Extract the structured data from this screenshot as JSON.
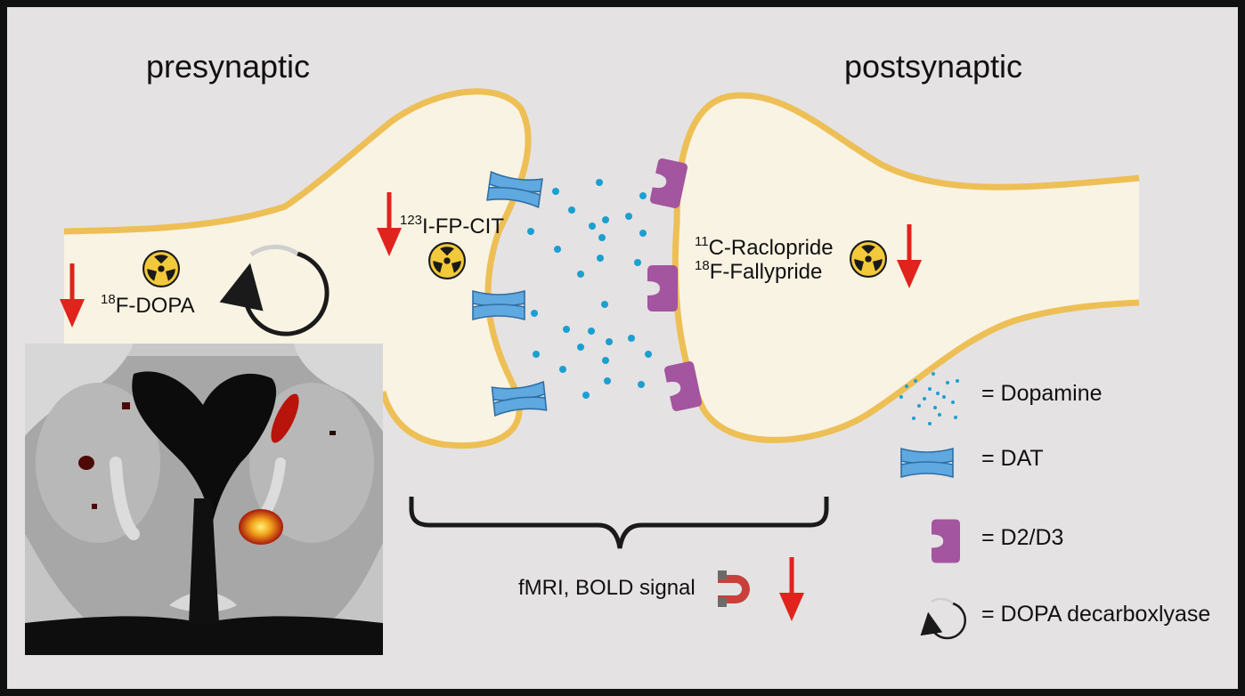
{
  "titles": {
    "presynaptic": "presynaptic",
    "postsynaptic": "postsynaptic"
  },
  "tracers": {
    "fdopa": {
      "iso": "18",
      "name": "F-DOPA"
    },
    "fpcit": {
      "iso": "123",
      "name": "I-FP-CIT"
    },
    "raclopride": {
      "iso": "11",
      "name": "C-Raclopride"
    },
    "fallypride": {
      "iso": "18",
      "name": "F-Fallypride"
    }
  },
  "fmri": {
    "label": "fMRI, BOLD signal"
  },
  "legend": {
    "dopamine": "= Dopamine",
    "dat": "= DAT",
    "d2d3": "=  D2/D3",
    "decarboxylase": "=  DOPA decarboxlyase"
  },
  "colors": {
    "background": "#e4e2e3",
    "membrane": "#edbf55",
    "cytoplasm": "#f9f3e3",
    "dopamine": "#1c9fd0",
    "dat": "#5fa8e0",
    "receptor": "#a3559f",
    "arrow": "#e0231c",
    "radiation_fill": "#f2c93a"
  },
  "icons": [
    "radiation-icon",
    "down-arrow-icon",
    "cycle-arrow-icon",
    "magnet-icon",
    "brain-mri-image"
  ]
}
